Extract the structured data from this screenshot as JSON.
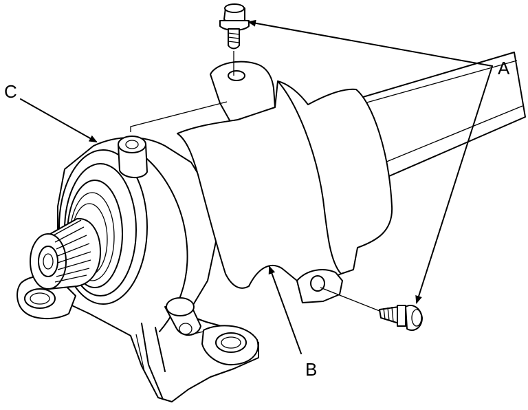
{
  "labels": {
    "A": "A",
    "B": "B",
    "C": "C"
  },
  "colors": {
    "line": "#000000",
    "background": "#ffffff"
  }
}
